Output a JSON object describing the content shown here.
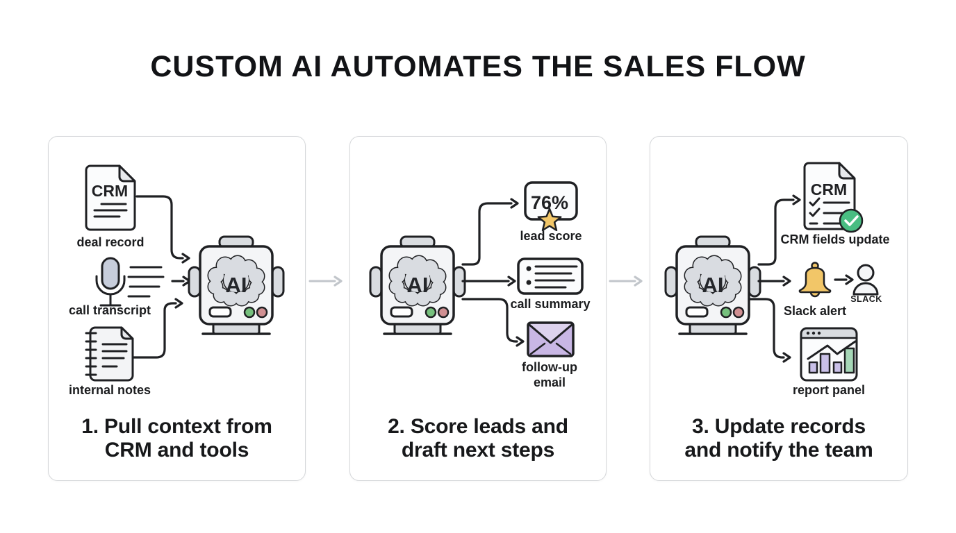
{
  "title": "CUSTOM AI AUTOMATES THE SALES FLOW",
  "shared": {
    "ai_label": "AI"
  },
  "panels": {
    "panel1": {
      "caption_line1": "1. Pull context from",
      "caption_line2": "CRM and tools",
      "doc_text": "CRM",
      "deal_record_label": "deal record",
      "call_transcript_label": "call transcript",
      "internal_notes_label": "internal notes"
    },
    "panel2": {
      "caption_line1": "2. Score leads and",
      "caption_line2": "draft next steps",
      "lead_score_value": "76%",
      "lead_score_label": "lead score",
      "call_summary_label": "call summary",
      "follow_up_line1": "follow-up",
      "follow_up_line2": "email"
    },
    "panel3": {
      "caption_line1": "3. Update records",
      "caption_line2": "and notify the team",
      "doc_text": "CRM",
      "crm_fields_label": "CRM fields update",
      "slack_alert_label": "Slack alert",
      "slack_tag": "SLACK",
      "report_panel_label": "report panel"
    }
  },
  "colors": {
    "ink": "#1f2023",
    "panel_border": "#d5d7da",
    "robot_gray": "#d9dce0",
    "mic_blue_gray": "#c7cddb",
    "gold": "#f2c668",
    "envelope_purple": "#c9b7e5",
    "success_green": "#49bd82",
    "indicator_green": "#76c07d",
    "indicator_red": "#d08f92",
    "bar_purple": "#c9c0e8",
    "bar_green": "#a6d7b7",
    "connector_gray": "#c2c6cb"
  }
}
